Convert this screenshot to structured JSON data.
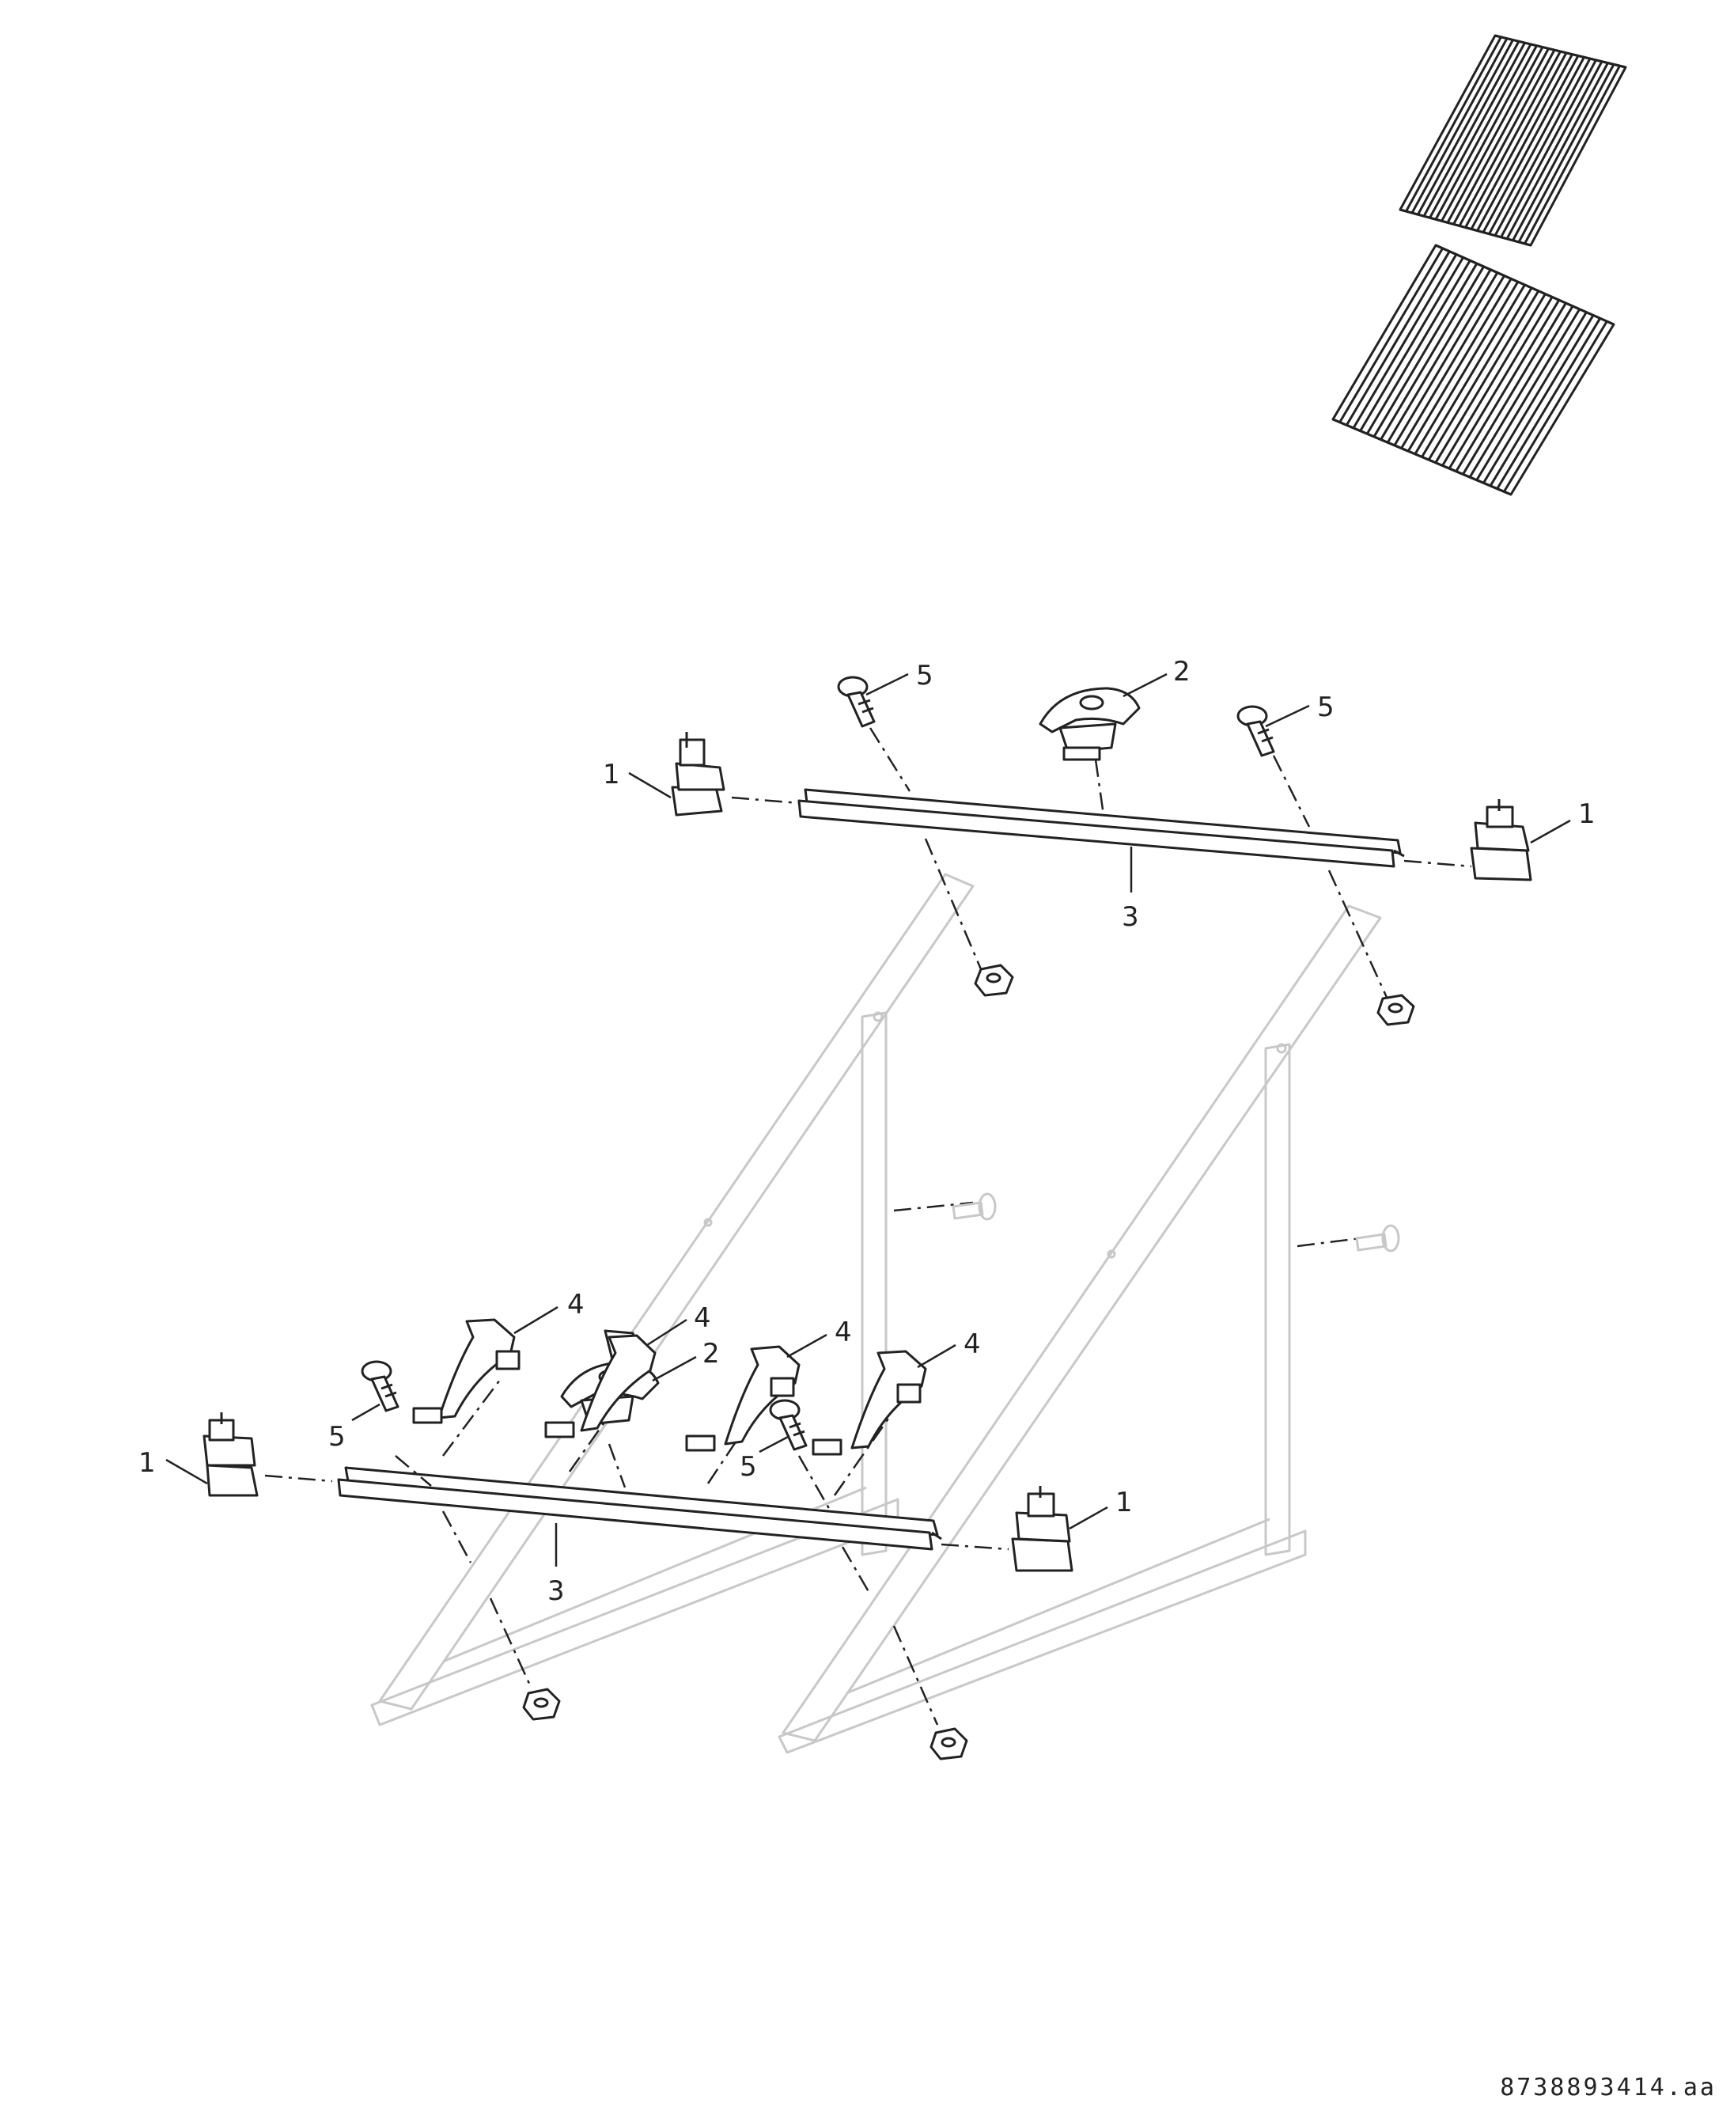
{
  "callouts": {
    "c1": "1",
    "c2": "2",
    "c3": "3",
    "c4": "4",
    "c5": "5"
  },
  "document_number": "8738893414.aa",
  "colors": {
    "line": "#222222",
    "ghost_frame": "#c8c8c8",
    "background": "#ffffff"
  }
}
